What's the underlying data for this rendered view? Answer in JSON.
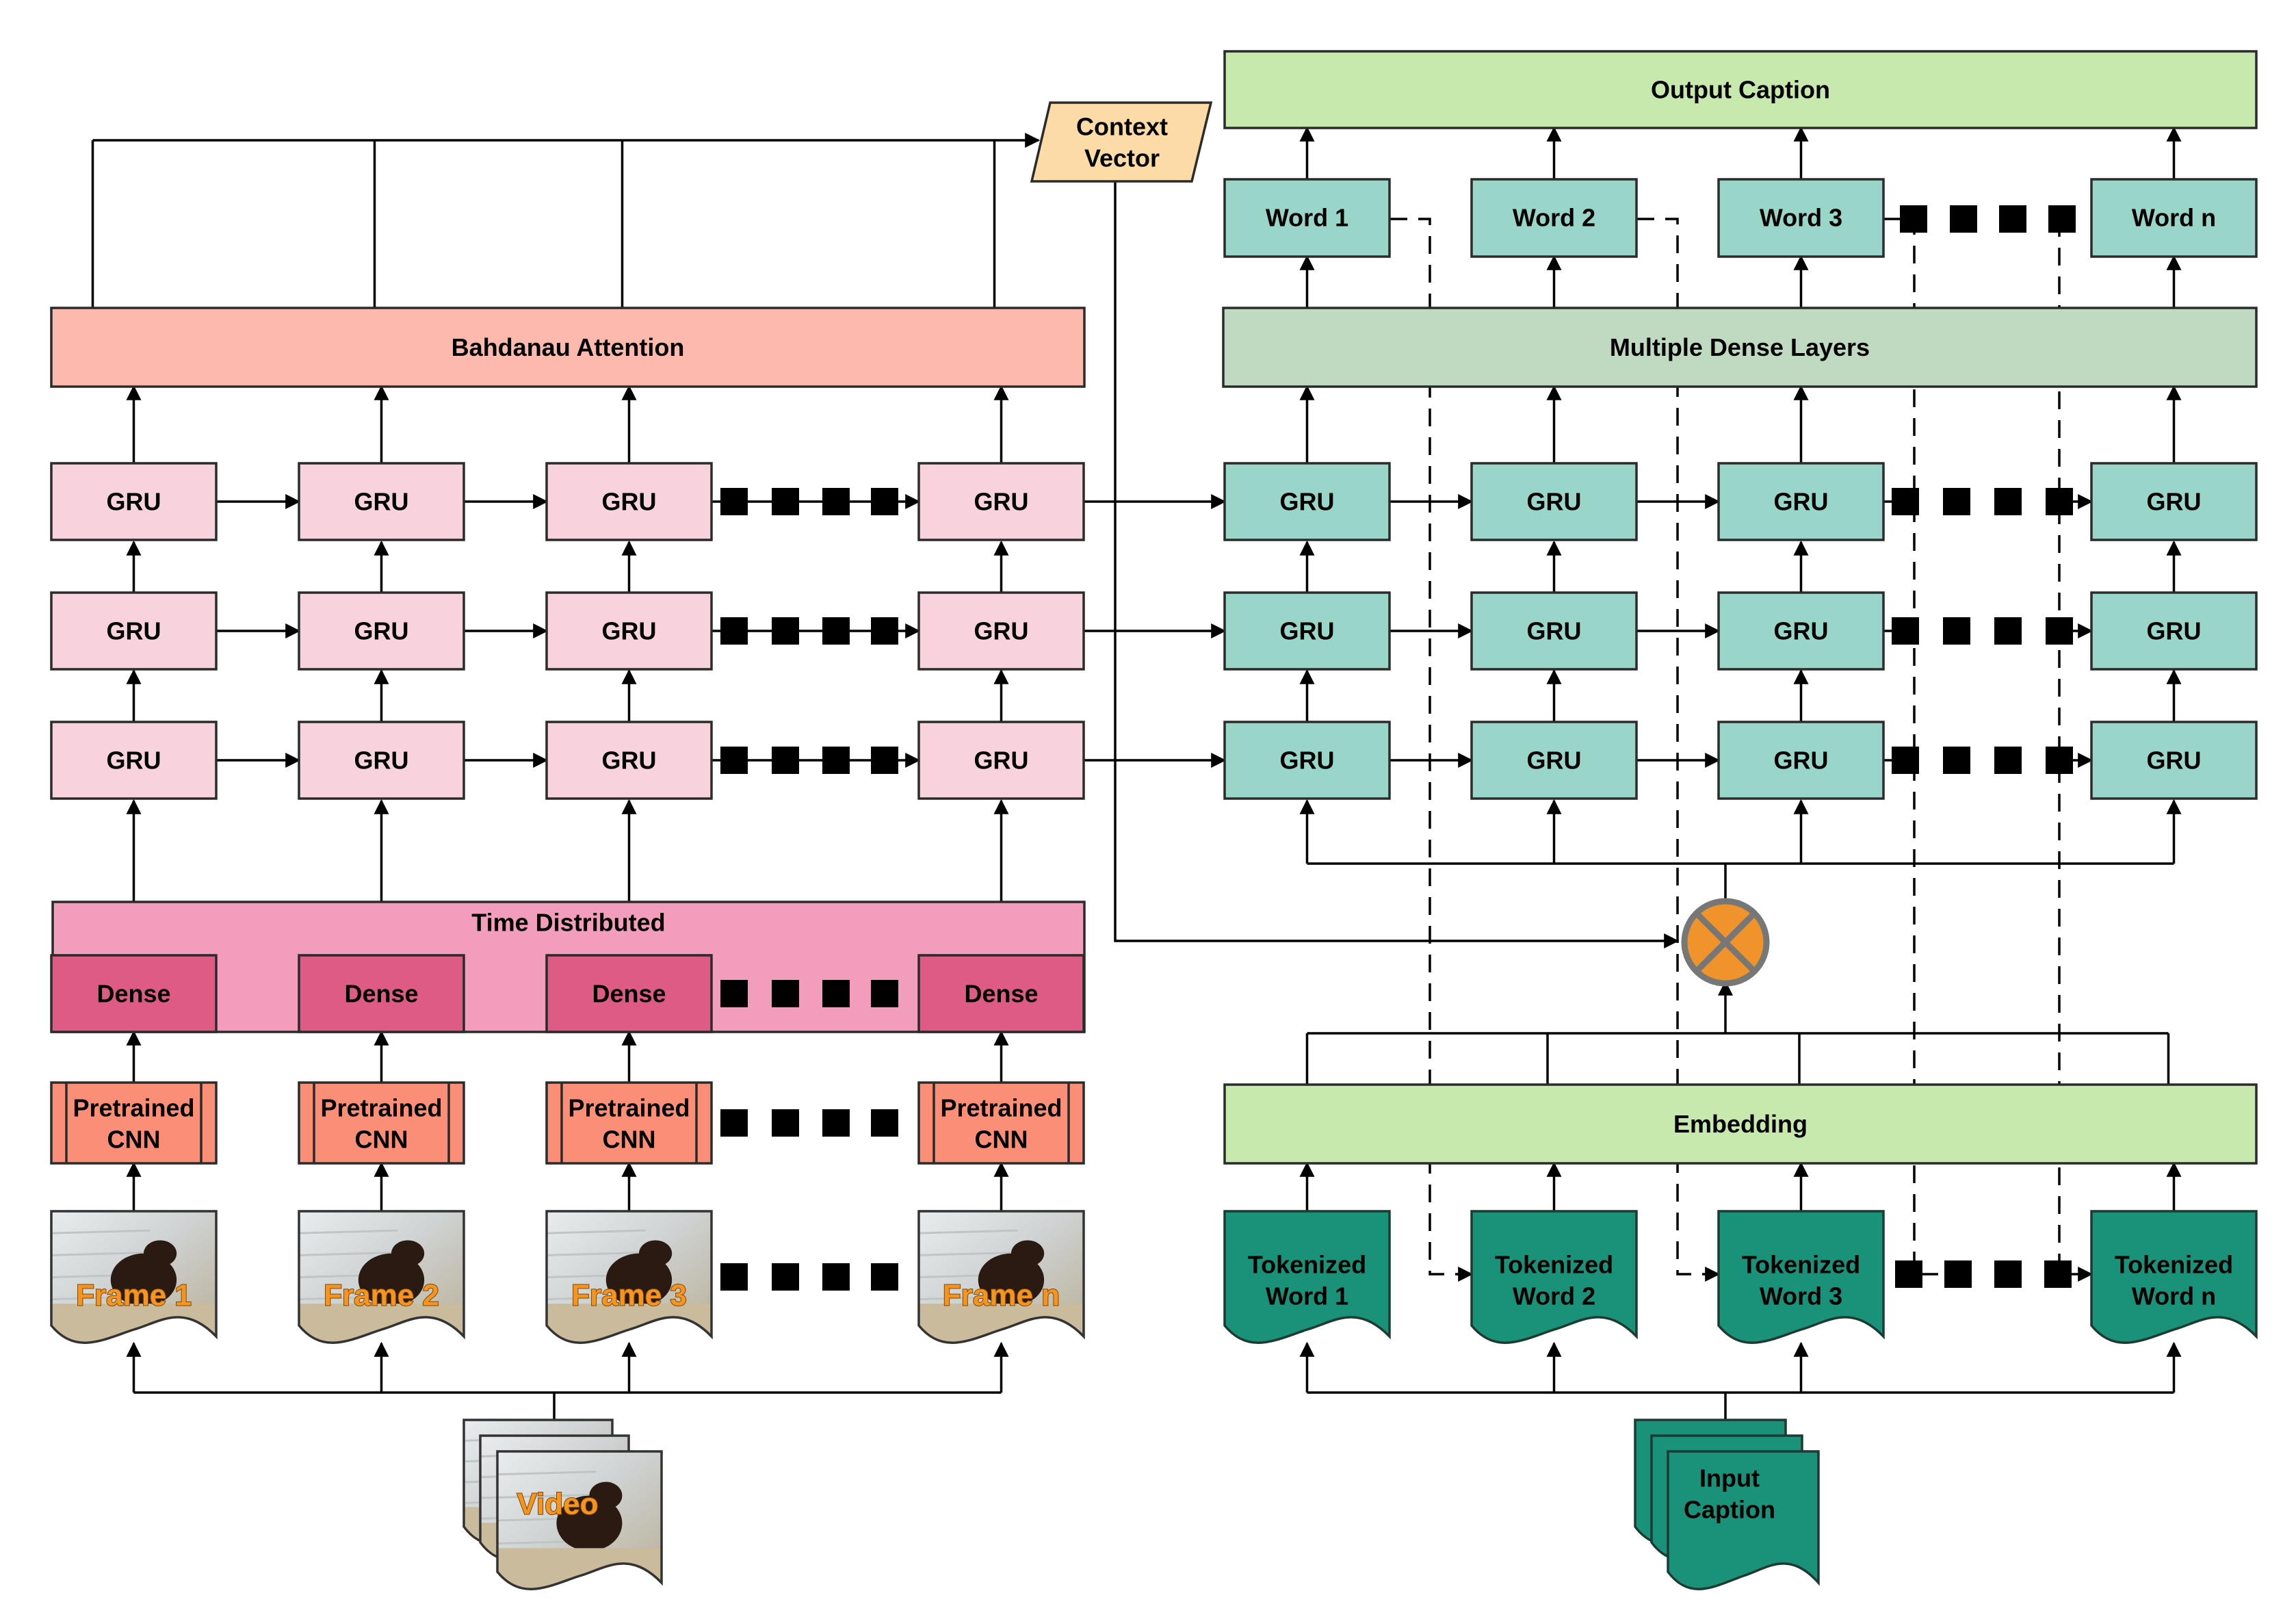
{
  "context_vector": [
    "Context",
    "Vector"
  ],
  "attention": {
    "label": "Bahdanau Attention"
  },
  "dense_layers": {
    "label": "Multiple Dense Layers"
  },
  "output_caption": {
    "label": "Output Caption"
  },
  "time_distributed": {
    "label": "Time Distributed"
  },
  "embedding": {
    "label": "Embedding"
  },
  "gru_label": "GRU",
  "dense_label": "Dense",
  "cnn_label": [
    "Pretrained",
    "CNN"
  ],
  "frames": [
    "Frame 1",
    "Frame 2",
    "Frame 3",
    "Frame n"
  ],
  "words": [
    "Word 1",
    "Word 2",
    "Word 3",
    "Word n"
  ],
  "tokenized_words": [
    [
      "Tokenized",
      "Word 1"
    ],
    [
      "Tokenized",
      "Word 2"
    ],
    [
      "Tokenized",
      "Word 3"
    ],
    [
      "Tokenized",
      "Word n"
    ]
  ],
  "video": {
    "label": "Video"
  },
  "input_caption": [
    "Input",
    "Caption"
  ],
  "colors": {
    "attention": "#fdb9ad",
    "encoder_gru": "#f8d2dd",
    "time_distributed": "#f19dbb",
    "dense": "#dd5b84",
    "cnn": "#fa8e77",
    "decoder_gru": "#99d5c9",
    "dense_layers": "#c0d9c1",
    "output_caption": "#c7e9ad",
    "embedding": "#c7e9ad",
    "tokenized": "#1a9179",
    "context_vector": "#fddba7",
    "merge": "#f0932b",
    "frame_label": "#f7941d"
  }
}
